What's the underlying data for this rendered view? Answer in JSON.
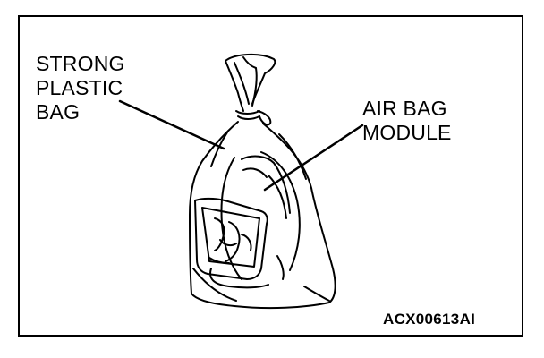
{
  "labels": {
    "plastic_bag": [
      "STRONG",
      "PLASTIC",
      "BAG"
    ],
    "air_bag_module": [
      "AIR BAG",
      "MODULE"
    ]
  },
  "figure_code": "ACX00613AI",
  "colors": {
    "ink": "#000000",
    "paper": "#ffffff"
  }
}
